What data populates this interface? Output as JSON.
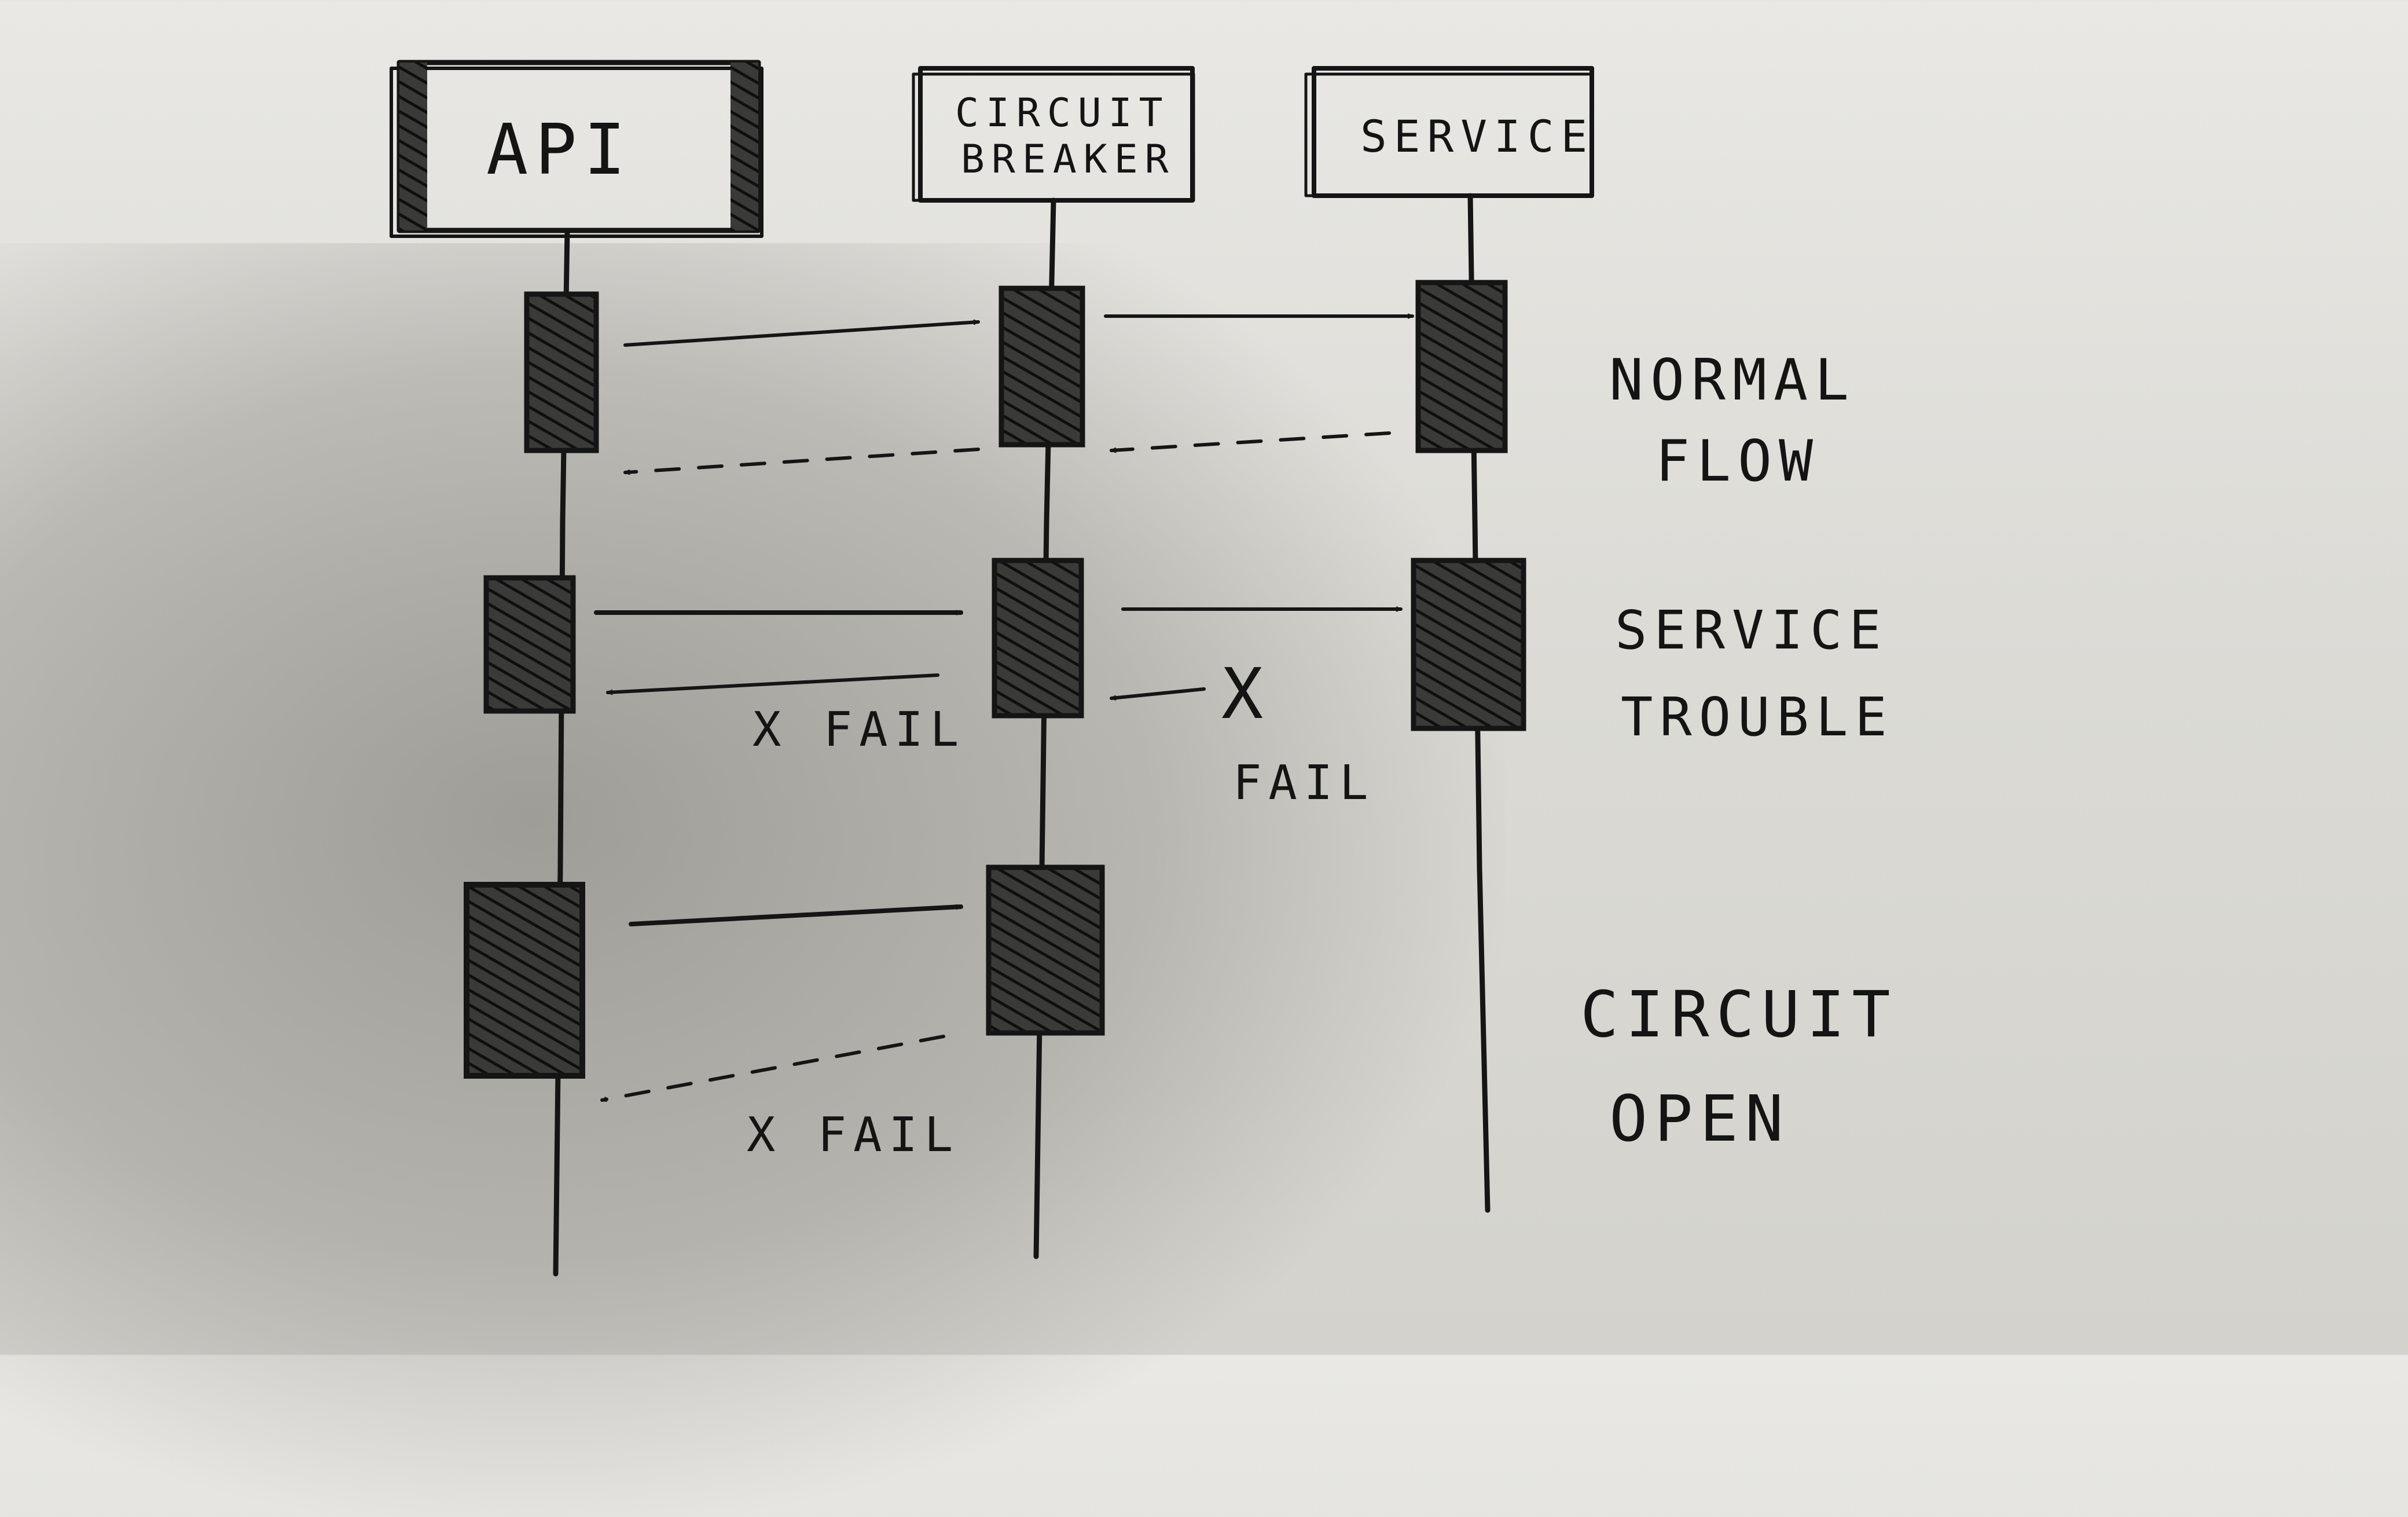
{
  "participants": [
    {
      "id": "api",
      "label": "API"
    },
    {
      "id": "cb",
      "label_lines": [
        "CIRCUIT",
        "BREAKER"
      ]
    },
    {
      "id": "service",
      "label": "SERVICE"
    }
  ],
  "notes": [
    {
      "id": "normal",
      "lines": [
        "NORMAL",
        "FLOW"
      ]
    },
    {
      "id": "trouble",
      "lines": [
        "SERVICE",
        "TROUBLE"
      ]
    },
    {
      "id": "open",
      "lines": [
        "CIRCUIT",
        "OPEN"
      ]
    }
  ],
  "fail_labels": [
    "X FAIL",
    "X",
    "FAIL",
    "X FAIL"
  ],
  "colors": {
    "ink": "#151515",
    "paper": "#e4e3de"
  }
}
